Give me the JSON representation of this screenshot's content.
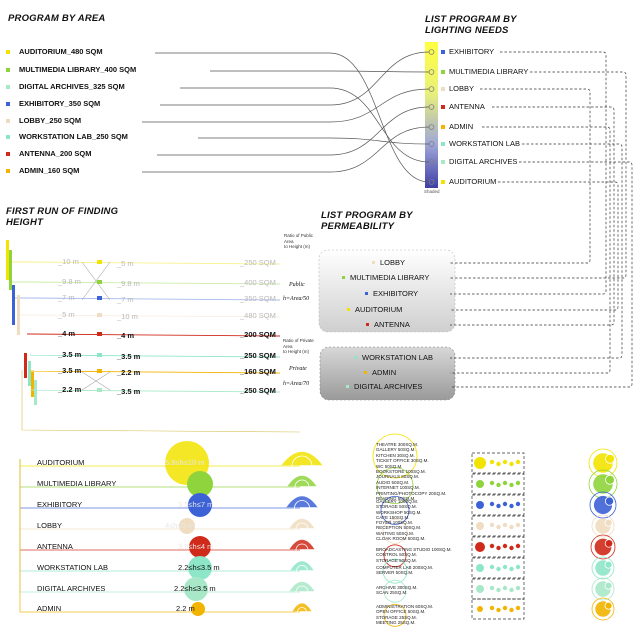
{
  "headings": {
    "program_by_area": "PROGRAM BY AREA",
    "lighting_needs": "LIST PROGRAM BY\nLIGHTING NEEDS",
    "first_run": "FIRST RUN OF FINDING\nHEIGHT",
    "permeability": "LIST PROGRAM BY\nPERMEABILITY"
  },
  "program_by_area": [
    {
      "label": "AUDITORIUM_480 SQM",
      "color": "#f2e300"
    },
    {
      "label": "MULTIMEDIA LIBRARY_400 SQM",
      "color": "#8fd43c"
    },
    {
      "label": "DIGITAL ARCHIVES_325 SQM",
      "color": "#a8e8c8"
    },
    {
      "label": "EXHIBITORY_350 SQM",
      "color": "#3d62d6"
    },
    {
      "label": "LOBBY_250 SQM",
      "color": "#f0dcc0"
    },
    {
      "label": "WORKSTATION LAB_250 SQM",
      "color": "#8ee6c8"
    },
    {
      "label": "ANTENNA_200 SQM",
      "color": "#d02a1a"
    },
    {
      "label": "ADMIN_160 SQM",
      "color": "#f2b400"
    }
  ],
  "lighting_needs": {
    "items": [
      {
        "label": "EXHIBITORY",
        "color": "#3d62d6"
      },
      {
        "label": "MULTIMEDIA LIBRARY",
        "color": "#8fd43c"
      },
      {
        "label": "LOBBY",
        "color": "#f0dcc0"
      },
      {
        "label": "ANTENNA",
        "color": "#d02a1a"
      },
      {
        "label": "ADMIN",
        "color": "#f2b400"
      },
      {
        "label": "WORKSTATION LAB",
        "color": "#8ee6c8"
      },
      {
        "label": "DIGITAL ARCHIVES",
        "color": "#a8e8c8"
      },
      {
        "label": "AUDITORIUM",
        "color": "#f2e300"
      }
    ],
    "bar_bottom_label": "Shaded"
  },
  "permeability": {
    "public": {
      "ratio_text": "Ratio of Public\nArea\nto Height (m)",
      "formula_title": "Public",
      "formula": "h=Area/50",
      "items": [
        {
          "label": "LOBBY",
          "color": "#f0dcc0"
        },
        {
          "label": "MULTIMEDIA LIBRARY",
          "color": "#8fd43c"
        },
        {
          "label": "EXHIBITORY",
          "color": "#3d62d6"
        },
        {
          "label": "AUDITORIUM",
          "color": "#f2e300"
        },
        {
          "label": "ANTENNA",
          "color": "#d02a1a"
        }
      ]
    },
    "private": {
      "ratio_text": "Ratio of Private\nArea\nto Height (m)",
      "formula_title": "Private",
      "formula": "h=Area/70",
      "items": [
        {
          "label": "WORKSTATION LAB",
          "color": "#8ee6c8"
        },
        {
          "label": "ADMIN",
          "color": "#f2b400"
        },
        {
          "label": "DIGITAL ARCHIVES",
          "color": "#a8e8c8"
        }
      ]
    }
  },
  "height_rows": [
    {
      "h1": "10 m",
      "h2": "5 m",
      "area": "250 SQM",
      "color": "#f2e300",
      "faded": true
    },
    {
      "h1": "9.8 m",
      "h2": "9.8 m",
      "area": "400 SQM",
      "color": "#8fd43c",
      "faded": true
    },
    {
      "h1": "7 m",
      "h2": "7 m",
      "area": "350 SQM",
      "color": "#3d62d6",
      "faded": true
    },
    {
      "h1": "5 m",
      "h2": "10 m",
      "area": "480 SQM",
      "color": "#f0dcc0",
      "faded": true
    },
    {
      "h1": "4 m",
      "h2": "4 m",
      "area": "200 SQM",
      "color": "#d02a1a",
      "faded": false
    },
    {
      "h1": "3.5 m",
      "h2": "3.5 m",
      "area": "250 SQM",
      "color": "#8ee6c8",
      "faded": false
    },
    {
      "h1": "3.5 m",
      "h2": "2.2 m",
      "area": "160 SQM",
      "color": "#f2b400",
      "faded": false
    },
    {
      "h1": "2.2 m",
      "h2": "3.5 m",
      "area": "250 SQM",
      "color": "#a8e8c8",
      "faded": false
    }
  ],
  "bottom_program": [
    {
      "label": "AUDITORIUM",
      "range": "5.8≤h≤10 m",
      "color": "#f2e300"
    },
    {
      "label": "MULTIMEDIA LIBRARY",
      "range": "",
      "color": "#8fd43c"
    },
    {
      "label": "EXHIBITORY",
      "range": "3.5≤h≤7 m",
      "color": "#3d62d6"
    },
    {
      "label": "LOBBY",
      "range": "4≤h≤5 m",
      "color": "#f0dcc0"
    },
    {
      "label": "ANTENNA",
      "range": "3.5≤h≤4 m",
      "color": "#d02a1a"
    },
    {
      "label": "WORKSTATION LAB",
      "range": "2.2≤h≤3.5 m",
      "color": "#8ee6c8"
    },
    {
      "label": "DIGITAL ARCHIVES",
      "range": "2.2≤h≤3.5 m",
      "color": "#a8e8c8"
    },
    {
      "label": "ADMIN",
      "range": "2.2 m",
      "color": "#f2b400"
    }
  ],
  "text_column": [
    [
      "THEATRE 300SQ.M.",
      "GALLERY 50SQ.M.",
      "KITCHEN 30SQ.M.",
      "TICKET OFFICE 30SQ.M.",
      "WC 50SQ.M."
    ],
    [
      "BOOKSTORE 100SQ.M.",
      "JOURNALS 80SQ.M.",
      "AUDIO 50SQ.M.",
      "INTERNET 100SQ.M.",
      "PRINTING/PHOTOCOPY 20SQ.M.",
      "READING 50SQ.M."
    ],
    [
      "GALLERY 100SQ.M.",
      "STORAGE 50SQ.M.",
      "WORKSHOP 50SQ.M.",
      "CAFE 150SQ.M."
    ],
    [
      "FOYER 100SQ.M.",
      "RECEPTION 50SQ.M.",
      "WAITING 50SQ.M.",
      "CLOAK ROOM 50SQ.M."
    ],
    [
      "BROADCASTING STUDIO 100SQ.M.",
      "CONTROL 50SQ.M.",
      "STORAGE 50SQ.M."
    ],
    [
      "COMPUTER LAB 200SQ.M.",
      "SERVER 50SQ.M."
    ],
    [
      "ARCHIVE 300SQ.M.",
      "SCAN 25SQ.M."
    ],
    [
      "ADMINISTRATION 60SQ.M.",
      "OPEN OFFICE 50SQ.M.",
      "STORAGE 25SQ.M.",
      "MEETING 25SQ.M."
    ]
  ]
}
